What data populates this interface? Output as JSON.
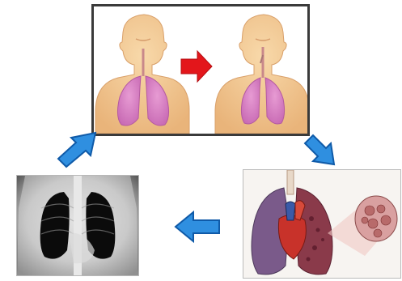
{
  "diagram": {
    "type": "cycle",
    "panels": [
      {
        "name": "person-before"
      },
      {
        "name": "person-after"
      },
      {
        "name": "chest-x-ray"
      },
      {
        "name": "lung-heart-anatomy"
      }
    ],
    "icons": {
      "center_arrow": "red-right-arrow-icon",
      "cycle_arrows": "blue-arrow-icon"
    },
    "colors": {
      "skin": "#f2c995",
      "lung": "#d77fc3",
      "center_arrow": "#e3161b",
      "cycle_arrow": "#2f8fe0",
      "panel_border": "#3a3a3a"
    }
  }
}
